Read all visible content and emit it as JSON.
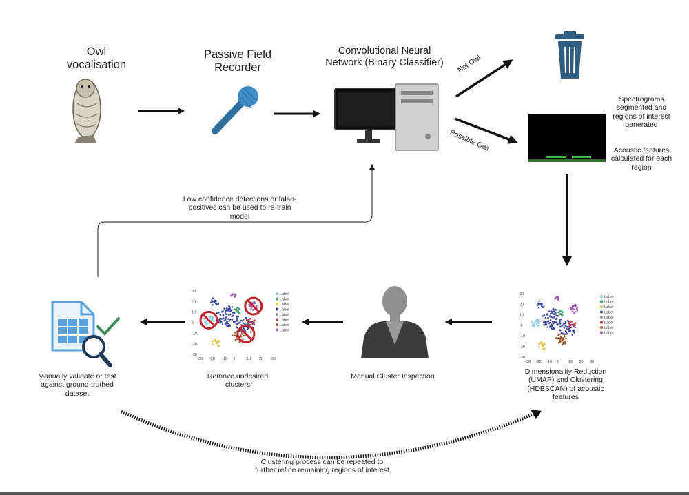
{
  "steps": {
    "owl": "Owl vocalisation",
    "recorder": "Passive Field Recorder",
    "cnn": "Convolutional Neural Network (Binary Classifier)",
    "spectrogram_note1": "Spectrograms segmented and regions of interest generated",
    "spectrogram_note2": "Acoustic features calculated for each region",
    "dimred": "Dimensionality Reduction (UMAP) and Clustering (HDBSCAN) of acoustic features",
    "inspection": "Manual Cluster Inspection",
    "remove": "Remove undesired clusters",
    "validate": "Manually validate or test against ground-truthed dataset"
  },
  "edges": {
    "not_owl": "Not Owl",
    "possible_owl": "Possible Owl",
    "retrain": "Low confidence detections or false-positives can be used to re-train model",
    "repeat": "Clustering process can be repeated to further refine remaining regions of interest"
  },
  "plot": {
    "legend": [
      "Label",
      "Label",
      "Label",
      "Label",
      "Label",
      "Label",
      "Label",
      "Label"
    ],
    "legend_colors": [
      "#8ecbea",
      "#3a9a72",
      "#e0c13a",
      "#3b4aa0",
      "#9a9a9a",
      "#c0393b",
      "#a0522d",
      "#9b59b6"
    ],
    "xticks": [
      "-30",
      "-20",
      "-10",
      "0",
      "10",
      "20",
      "30"
    ],
    "yticks": [
      "30",
      "20",
      "10",
      "0",
      "-10",
      "-20",
      "-30"
    ]
  },
  "colors": {
    "recorder_blue": "#2f6f9e",
    "bin_blue": "#2f5d80",
    "check_green": "#3a8a5a",
    "no_red": "#c0262d",
    "doc_blue": "#5aa0dc"
  },
  "icons": {
    "owl": "owl-icon",
    "microphone": "microphone-icon",
    "computer": "computer-icon",
    "trash": "trash-icon",
    "spectrogram": "spectrogram-image",
    "person": "person-icon",
    "document": "document-check-icon"
  }
}
